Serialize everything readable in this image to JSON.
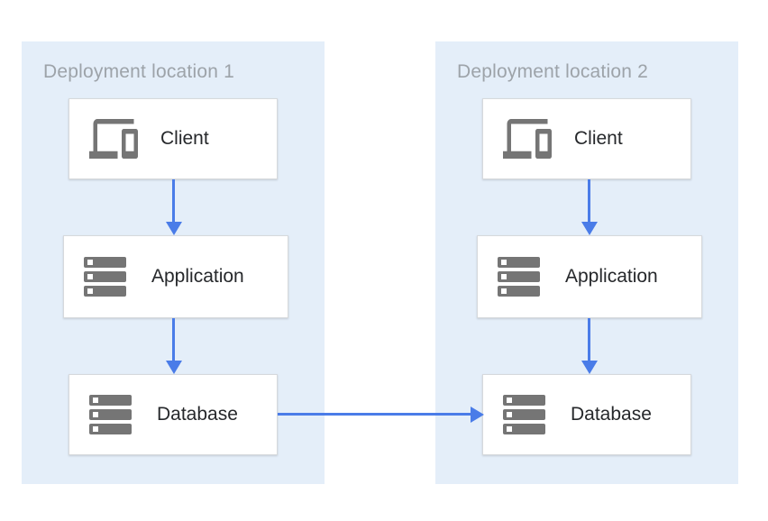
{
  "diagram": {
    "zones": [
      {
        "id": "deployment-location-1",
        "title": "Deployment location 1",
        "nodes": [
          {
            "id": "client-1",
            "label": "Client",
            "icon": "devices-icon"
          },
          {
            "id": "application-1",
            "label": "Application",
            "icon": "server-stack-icon"
          },
          {
            "id": "database-1",
            "label": "Database",
            "icon": "server-stack-icon"
          }
        ]
      },
      {
        "id": "deployment-location-2",
        "title": "Deployment location 2",
        "nodes": [
          {
            "id": "client-2",
            "label": "Client",
            "icon": "devices-icon"
          },
          {
            "id": "application-2",
            "label": "Application",
            "icon": "server-stack-icon"
          },
          {
            "id": "database-2",
            "label": "Database",
            "icon": "server-stack-icon"
          }
        ]
      }
    ],
    "connections": [
      {
        "from": "client-1",
        "to": "application-1",
        "direction": "down"
      },
      {
        "from": "application-1",
        "to": "database-1",
        "direction": "down"
      },
      {
        "from": "client-2",
        "to": "application-2",
        "direction": "down"
      },
      {
        "from": "application-2",
        "to": "database-2",
        "direction": "down"
      },
      {
        "from": "database-1",
        "to": "database-2",
        "direction": "right"
      }
    ],
    "colors": {
      "zone_background": "#e4eef9",
      "arrow": "#4a7ce8",
      "icon_gray": "#757575",
      "node_background": "#ffffff",
      "node_border": "#d6d9dc",
      "zone_title_text": "#9da3a9",
      "node_label_text": "#26282b"
    }
  }
}
